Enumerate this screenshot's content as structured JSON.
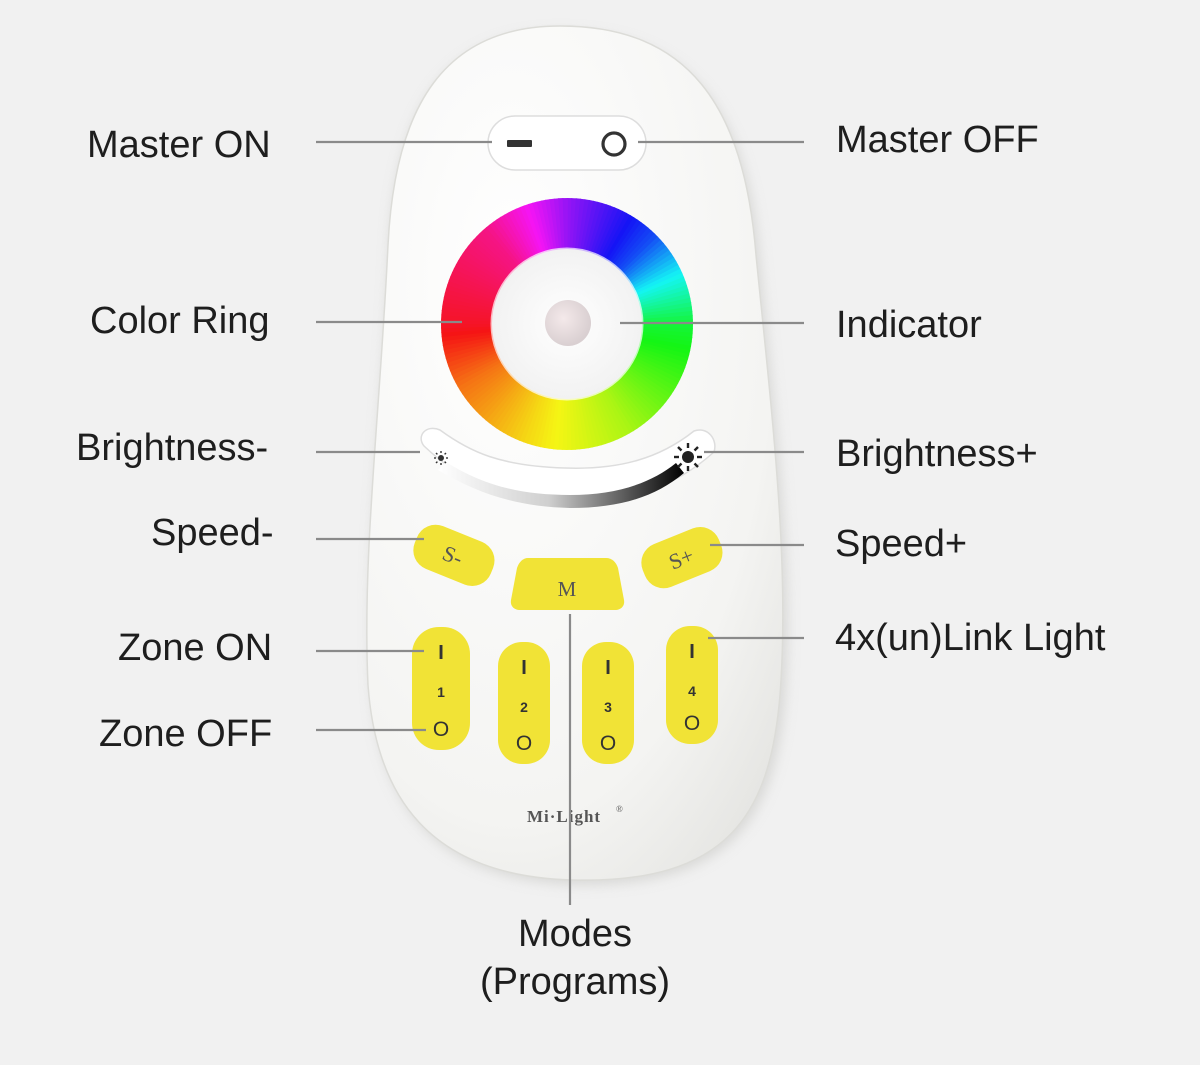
{
  "labels": {
    "master_on": "Master ON",
    "master_off": "Master OFF",
    "color_ring": "Color Ring",
    "indicator": "Indicator",
    "brightness_minus": "Brightness-",
    "brightness_plus": "Brightness+",
    "speed_minus": "Speed-",
    "speed_plus": "Speed+",
    "zone_on": "Zone ON",
    "zone_off": "Zone OFF",
    "link_light": "4x(un)Link Light",
    "modes_line1": "Modes",
    "modes_line2": "(Programs)"
  },
  "remote": {
    "brand": "Mi·Light",
    "brand_mark": "®",
    "speed_minus_key": "S-",
    "speed_plus_key": "S+",
    "mode_key": "M",
    "zone_keys": [
      {
        "on": "I",
        "number": "1",
        "off": "O"
      },
      {
        "on": "I",
        "number": "2",
        "off": "O"
      },
      {
        "on": "I",
        "number": "3",
        "off": "O"
      },
      {
        "on": "I",
        "number": "4",
        "off": "O"
      }
    ],
    "body_color": "#f7f7f5",
    "key_color": "#f1e336"
  },
  "icons": [
    "minus-icon",
    "circle-icon",
    "dim-sun-icon",
    "bright-sun-icon"
  ]
}
